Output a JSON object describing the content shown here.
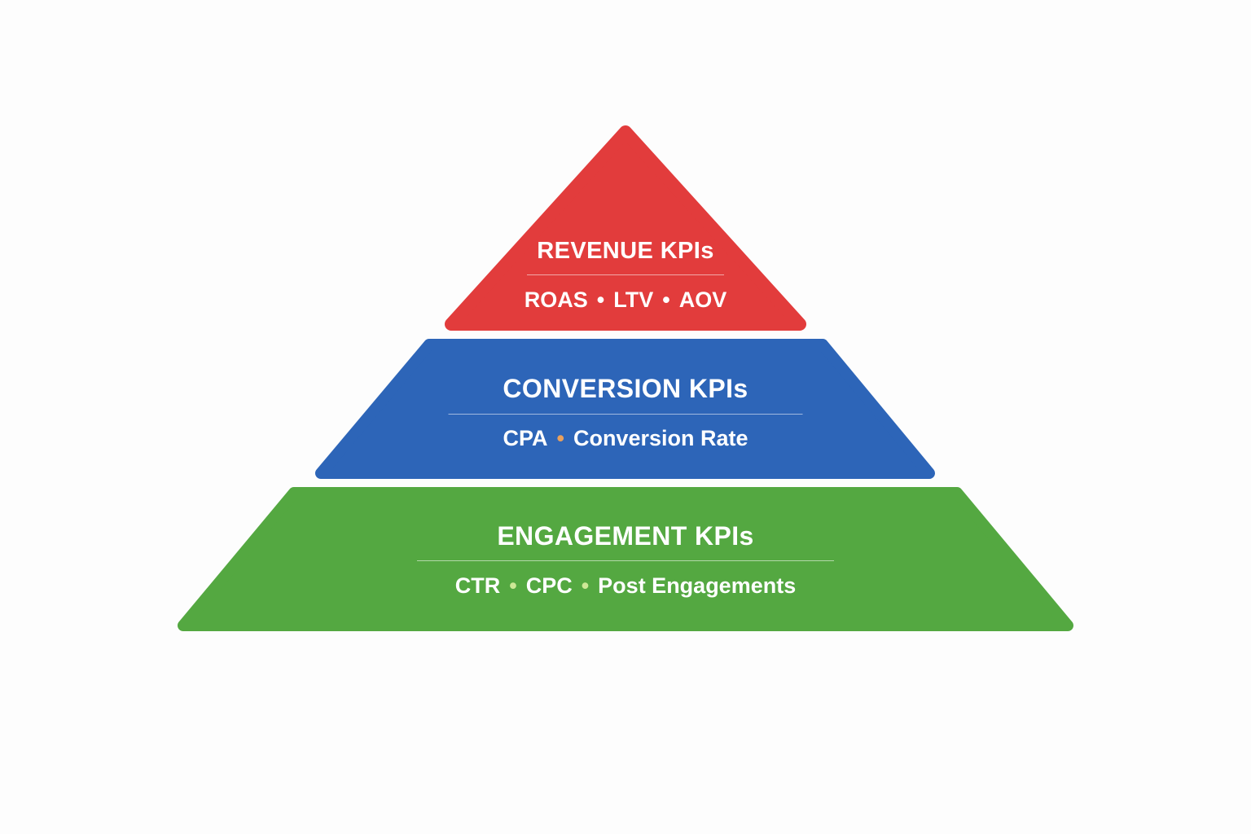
{
  "background_color": "#FDFDFD",
  "bullet_char": "•",
  "tiers": [
    {
      "id": "revenue",
      "label": "REVENUE KPIs",
      "items": [
        "ROAS",
        "LTV",
        "AOV"
      ],
      "fill": "#E23C3C",
      "text_color": "#FFFFFF",
      "bullet_color": "#FFFFFF"
    },
    {
      "id": "conversion",
      "label": "CONVERSION KPIs",
      "items": [
        "CPA",
        "Conversion Rate"
      ],
      "fill": "#2D65B8",
      "text_color": "#FFFFFF",
      "bullet_color": "#E9A05C"
    },
    {
      "id": "engagement",
      "label": "ENGAGEMENT KPIs",
      "items": [
        "CTR",
        "CPC",
        "Post Engagements"
      ],
      "fill": "#54A841",
      "text_color": "#FFFFFF",
      "bullet_color": "#CDE896"
    }
  ]
}
